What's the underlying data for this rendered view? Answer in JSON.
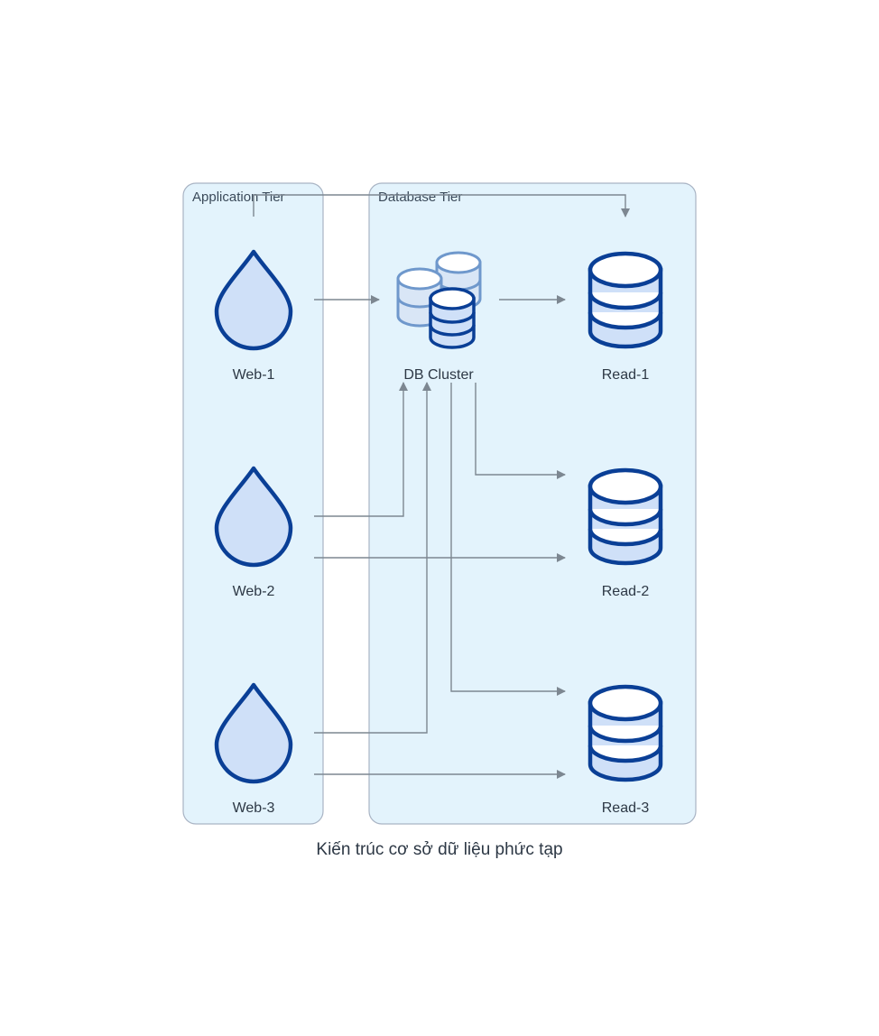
{
  "caption": "Kiến trúc cơ sở dữ liệu phức tạp",
  "clusters": [
    {
      "id": "app",
      "label": "Application Tier"
    },
    {
      "id": "db",
      "label": "Database Tier"
    }
  ],
  "nodes": [
    {
      "id": "web1",
      "label": "Web-1",
      "icon": "droplet-icon"
    },
    {
      "id": "web2",
      "label": "Web-2",
      "icon": "droplet-icon"
    },
    {
      "id": "web3",
      "label": "Web-3",
      "icon": "droplet-icon"
    },
    {
      "id": "cluster",
      "label": "DB Cluster",
      "icon": "database-cluster-icon"
    },
    {
      "id": "read1",
      "label": "Read-1",
      "icon": "database-icon"
    },
    {
      "id": "read2",
      "label": "Read-2",
      "icon": "database-icon"
    },
    {
      "id": "read3",
      "label": "Read-3",
      "icon": "database-icon"
    }
  ],
  "edges": [
    {
      "from": "web1",
      "to": "cluster"
    },
    {
      "from": "web1",
      "to": "read1"
    },
    {
      "from": "web2",
      "to": "cluster"
    },
    {
      "from": "web2",
      "to": "read2"
    },
    {
      "from": "web3",
      "to": "cluster"
    },
    {
      "from": "web3",
      "to": "read3"
    },
    {
      "from": "cluster",
      "to": "read1"
    },
    {
      "from": "cluster",
      "to": "read2"
    },
    {
      "from": "cluster",
      "to": "read3"
    }
  ],
  "colors": {
    "cluster_fill": "#e3f3fc",
    "icon_stroke": "#0a3f96",
    "icon_fill": "#cfe0f8",
    "edge": "#7d8791"
  }
}
